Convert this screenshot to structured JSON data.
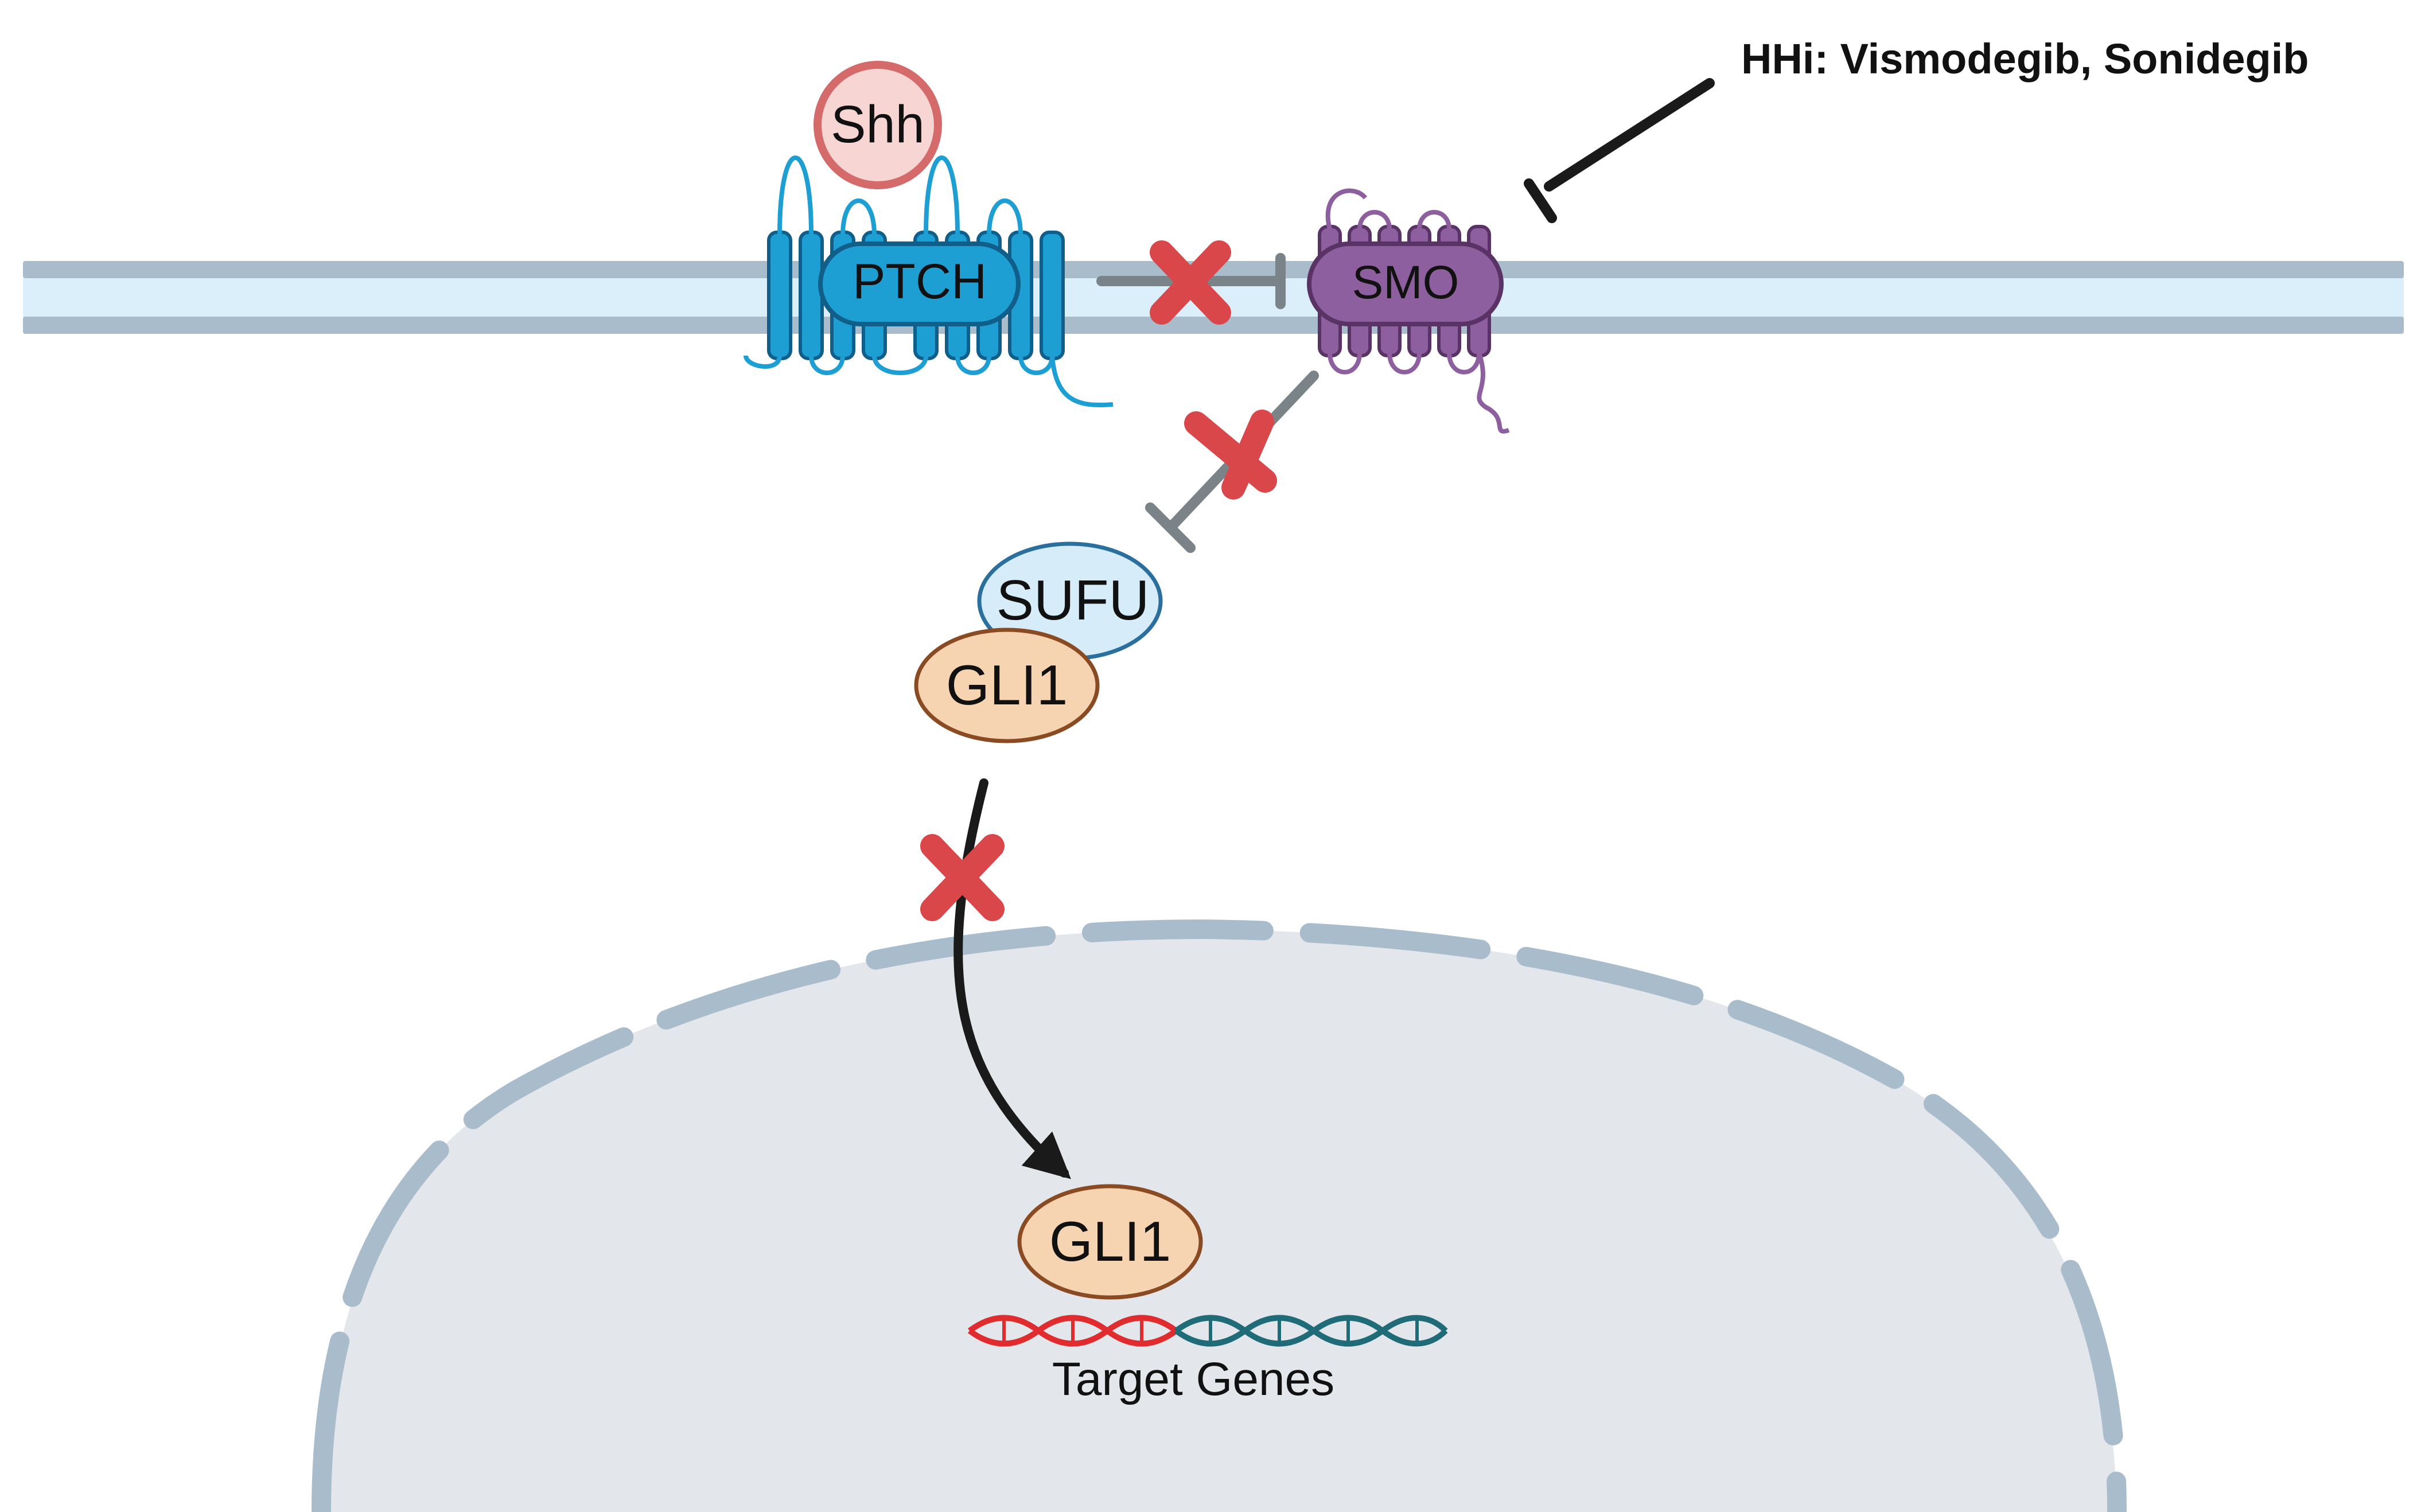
{
  "labels": {
    "inhibitor": "HHi: Vismodegib, Sonidegib",
    "shh": "Shh",
    "ptch": "PTCH",
    "smo": "SMO",
    "sufu": "SUFU",
    "gli1_cytoplasm": "GLI1",
    "gli1_nucleus": "GLI1",
    "target_genes": "Target Genes"
  },
  "colors": {
    "membrane_fill": "#dbeffa",
    "membrane_edge": "#a9bccb",
    "ptch": "#1e9fd4",
    "ptch_dark": "#0f5f8a",
    "smo": "#8e5f9e",
    "smo_dark": "#5a3366",
    "shh_fill": "#f6d5d3",
    "shh_edge": "#d46a6a",
    "sufu_fill": "#d6ecf8",
    "sufu_edge": "#2a6f9e",
    "gli1_fill": "#f6d3b1",
    "gli1_edge": "#8a4a22",
    "nucleus_fill": "#e3e6ea",
    "nucleus_edge": "#a9bccb",
    "blocked_x": "#d9474a",
    "inhibit_line": "#7a8387",
    "arrow": "#1a1a1a",
    "dna_red": "#e02b2f",
    "dna_teal": "#1f6b78"
  }
}
